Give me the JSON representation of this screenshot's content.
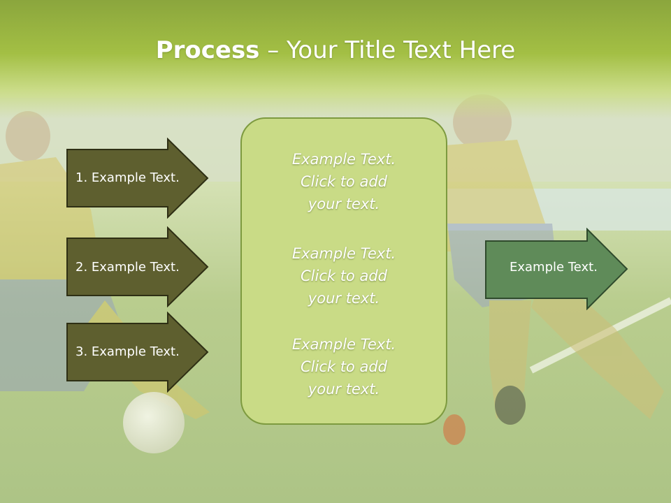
{
  "slide": {
    "title_bold": "Process",
    "title_rest": " – Your Title Text Here",
    "left_arrows": [
      {
        "label": "1. Example Text."
      },
      {
        "label": "2. Example Text."
      },
      {
        "label": "3. Example Text."
      }
    ],
    "center_box": {
      "paragraphs": [
        {
          "line1": "Example Text.",
          "line2": "Click  to add",
          "line3": "your text."
        },
        {
          "line1": "Example Text.",
          "line2": "Click  to add",
          "line3": "your text."
        },
        {
          "line1": "Example Text.",
          "line2": "Click  to add",
          "line3": "your text."
        }
      ]
    },
    "right_arrow": {
      "label": "Example Text."
    }
  },
  "colors": {
    "title_band": "#a3bf44",
    "left_arrow_fill": "#5e5f2f",
    "center_box_fill": "#c9db86",
    "right_arrow_fill": "#5f8b59"
  }
}
